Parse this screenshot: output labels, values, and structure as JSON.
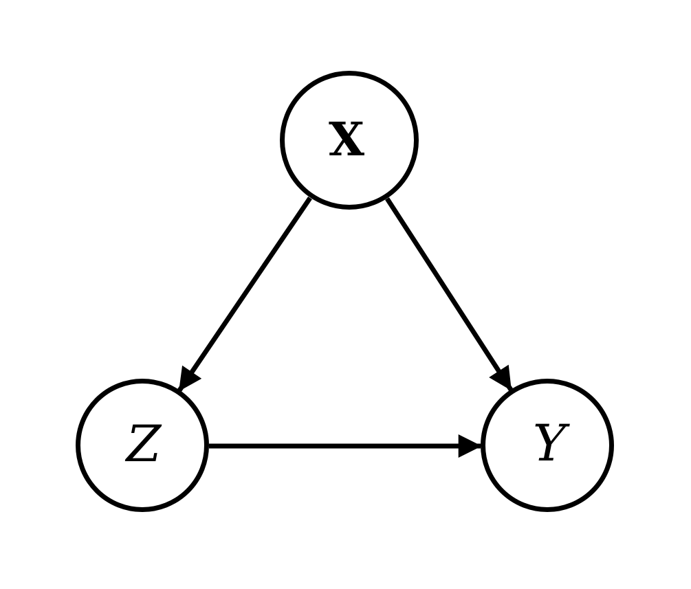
{
  "diagram": {
    "type": "directed-graph",
    "background_color": "#ffffff",
    "line_color": "#000000",
    "nodes": [
      {
        "id": "X",
        "label": "X",
        "shape": "circle",
        "emphasis": "bold"
      },
      {
        "id": "Z",
        "label": "Z",
        "shape": "circle",
        "emphasis": "italic"
      },
      {
        "id": "Y",
        "label": "Y",
        "shape": "circle",
        "emphasis": "italic"
      }
    ],
    "edges": [
      {
        "from": "X",
        "to": "Z",
        "directed": true
      },
      {
        "from": "X",
        "to": "Y",
        "directed": true
      },
      {
        "from": "Z",
        "to": "Y",
        "directed": true
      }
    ]
  }
}
